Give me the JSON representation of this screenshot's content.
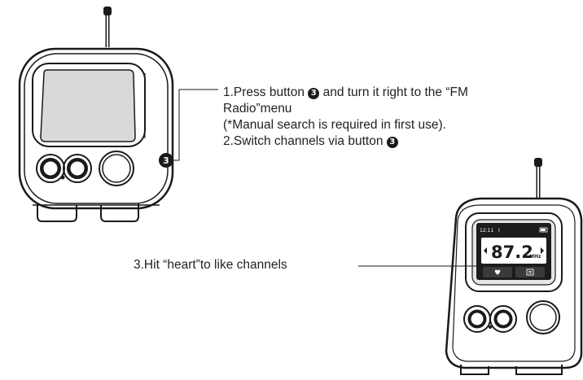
{
  "instructions": {
    "step1_prefix": "1.Press button ",
    "step1_suffix": " and turn it right to the “FM",
    "step1_cont": "Radio”menu",
    "step1_note": "(*Manual search is required in first use).",
    "step2_prefix": "2.Switch channels via button ",
    "step3": "3.Hit “heart”to like channels"
  },
  "button_badge": "3",
  "screen": {
    "time": "12:11",
    "frequency": "87.2",
    "unit": "MHz"
  },
  "colors": {
    "outline": "#1a1a1a",
    "screen_bg": "#d9d9d9",
    "lcd_bg": "#1c1c1c",
    "lcd_text": "#ffffff"
  },
  "icons": [
    "antenna-icon",
    "heart-icon",
    "menu-icon",
    "bluetooth-icon",
    "battery-icon"
  ]
}
